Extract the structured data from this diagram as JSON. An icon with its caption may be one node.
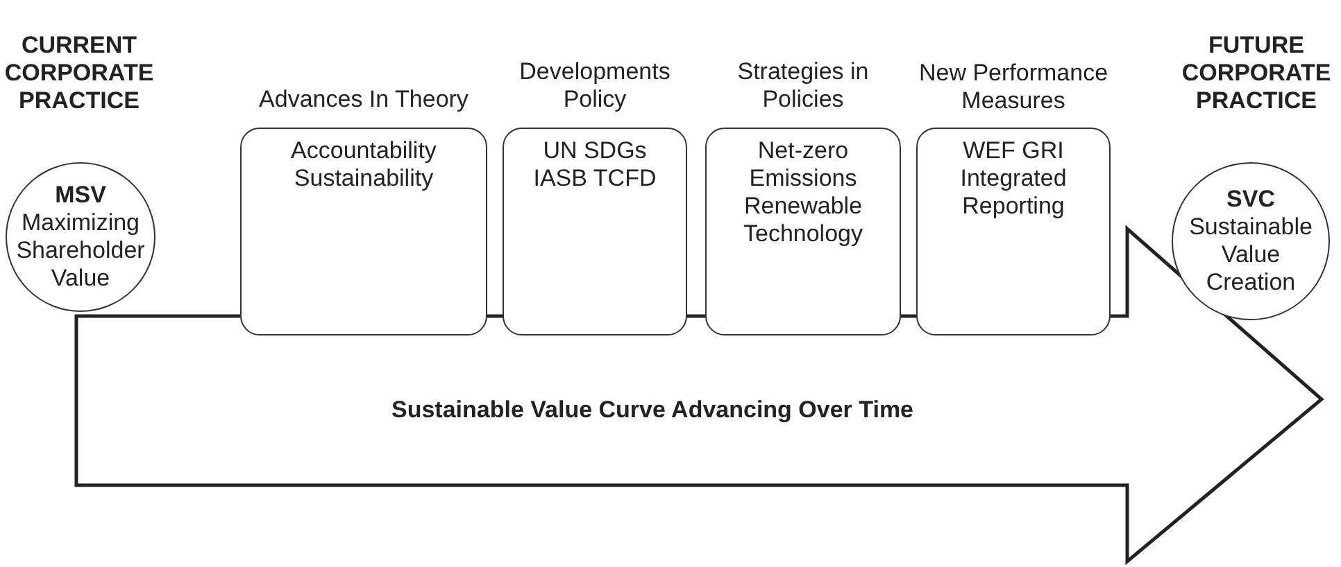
{
  "diagram": {
    "nodes": [
      {
        "text": [
          "CURRENT CORPORATE PRACTICE",
          "MSV",
          "Maximizing Shareholder Value"
        ]
      },
      {
        "text": [
          "Advances In Theory",
          "Accountability Sustainability"
        ]
      },
      {
        "text": [
          "Developments Policy",
          "UN SDGs IASB TCFD"
        ]
      },
      {
        "text": [
          "Strategies in Policies",
          "Net-zero Emissions Renewable Technology"
        ]
      },
      {
        "text": [
          "New Performance Measures",
          "WEF GRI Integrated Reporting"
        ]
      },
      {
        "text": [
          "FUTURE CORPORATE PRACTICE",
          "SVC",
          "Sustainable Value Creation"
        ]
      },
      {
        "text": [
          "Sustainable Value Curve Advancing Over Time"
        ]
      }
    ],
    "edges": []
  }
}
